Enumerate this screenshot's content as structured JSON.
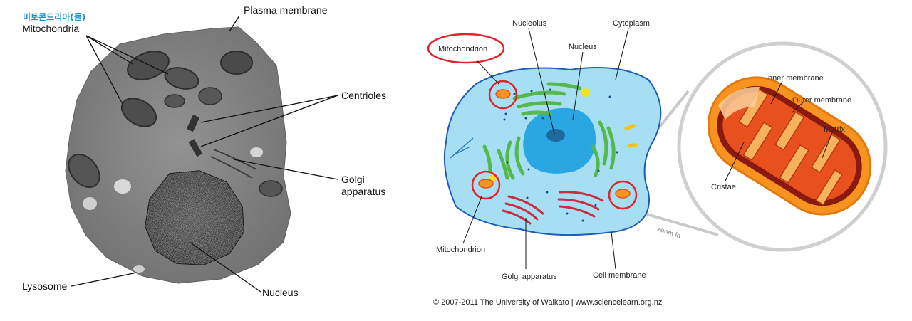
{
  "micrograph": {
    "labels": {
      "korean_note": "미토콘드리아(들)",
      "mitochondria": "Mitochondria",
      "plasma_membrane": "Plasma membrane",
      "centrioles": "Centrioles",
      "golgi_line1": "Golgi",
      "golgi_line2": "apparatus",
      "lysosome": "Lysosome",
      "nucleus": "Nucleus"
    }
  },
  "cell_diagram": {
    "labels": {
      "mitochondrion_top": "Mitochondrion",
      "nucleolus": "Nucleolus",
      "nucleus": "Nucleus",
      "cytoplasm": "Cytoplasm",
      "mitochondrion_bottom": "Mitochondrion",
      "golgi_apparatus": "Golgi apparatus",
      "cell_membrane": "Cell membrane",
      "zoom_in": "zoom in"
    },
    "colors": {
      "highlight_circle": "#e0242b",
      "cytoplasm": "#a6dff3",
      "nucleus": "#2aa7e3",
      "er": "#55b84a",
      "golgi": "#cc2b43"
    }
  },
  "mitochondrion_zoom": {
    "labels": {
      "inner_membrane": "Inner membrane",
      "outer_membrane": "Outer membrane",
      "matrix": "Matrix",
      "cristae": "Cristae"
    },
    "colors": {
      "outer": "#f7931e",
      "matrix": "#e8501e",
      "cristae": "#f7b25d"
    }
  },
  "footer": {
    "copyright": "© 2007-2011 The University of Waikato | www.sciencelearn.org.nz"
  }
}
